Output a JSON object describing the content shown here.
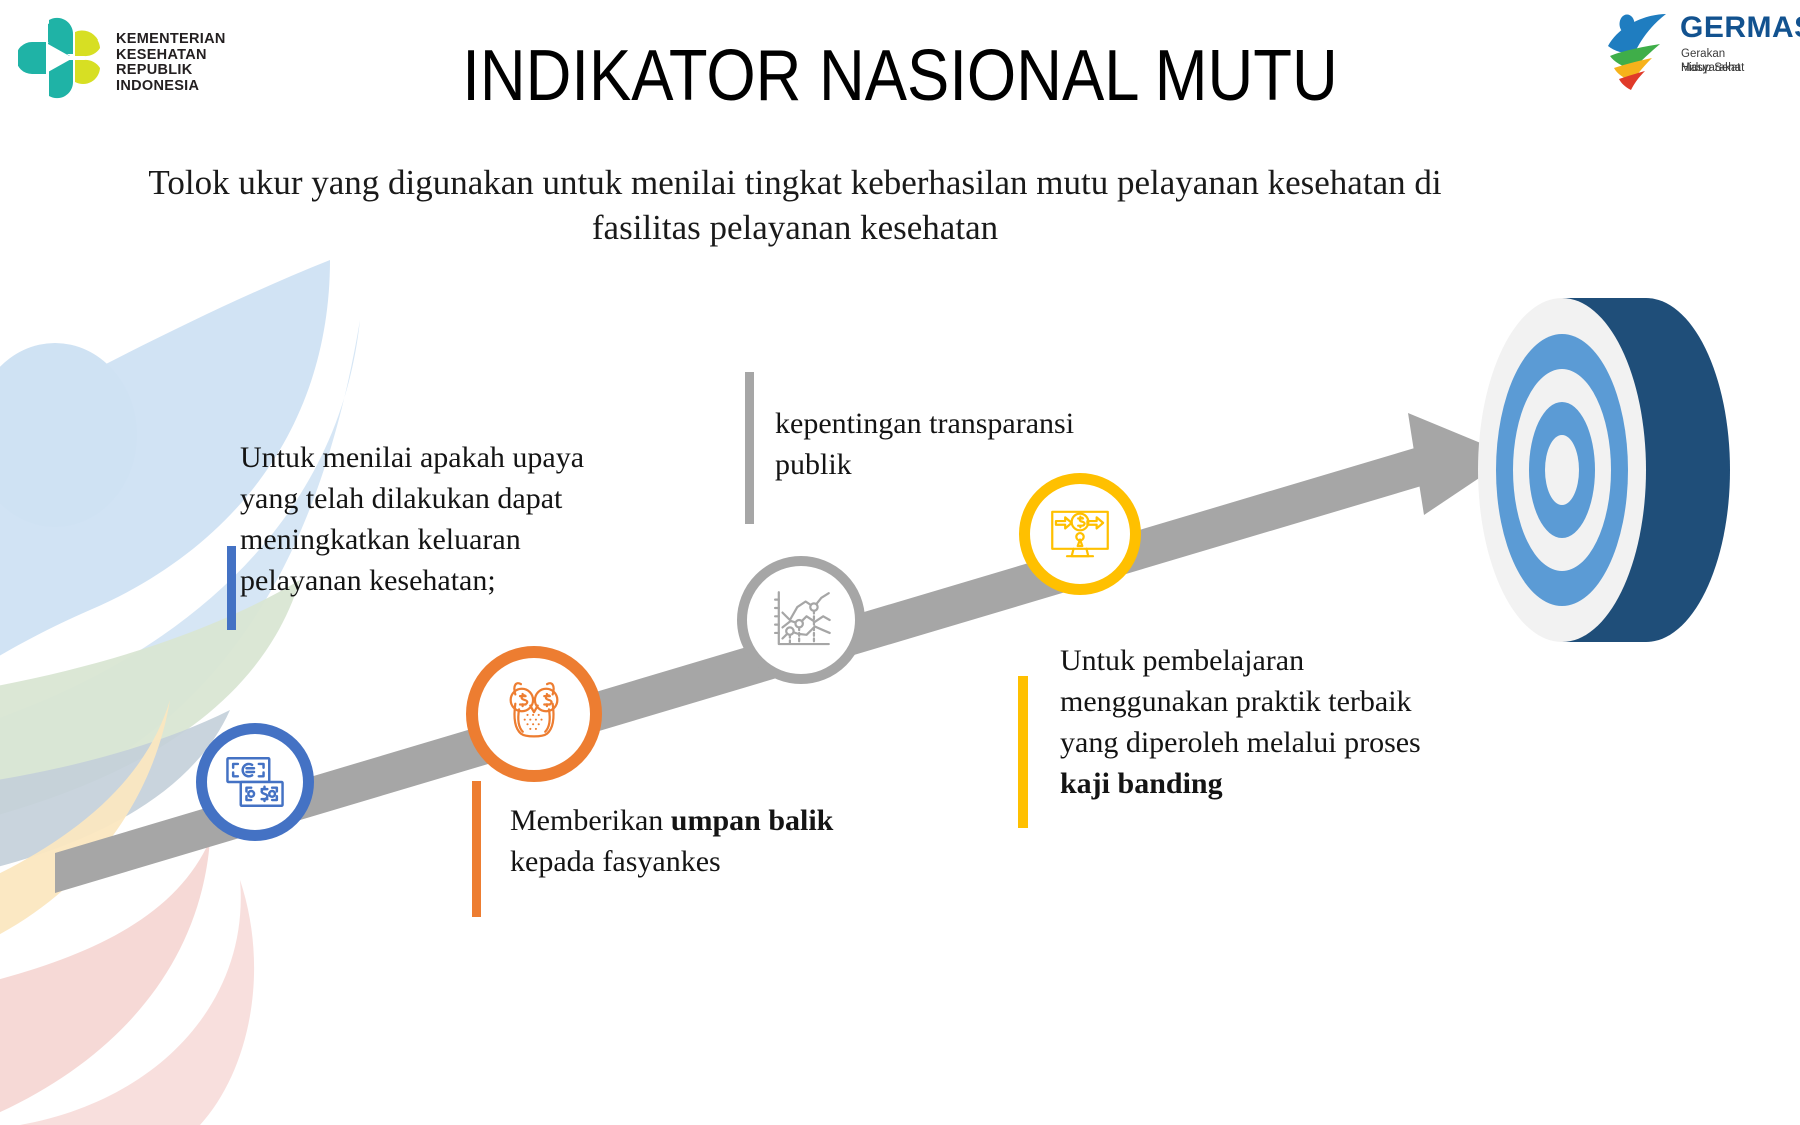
{
  "header": {
    "ministry_logo_name": "kemenkes-logo",
    "ministry_text": "KEMENTERIAN\nKESEHATAN\nREPUBLIK\nINDONESIA",
    "germas_title": "GERMAS",
    "germas_tagline_line1": "Gerakan Masyarakat",
    "germas_tagline_line2": "Hidup Sehat"
  },
  "title": "INDIKATOR NASIONAL MUTU",
  "subtitle": "Tolok ukur yang digunakan untuk menilai tingkat keberhasilan mutu pelayanan kesehatan di fasilitas pelayanan kesehatan",
  "callouts": [
    {
      "id": "callout-menilai-upaya",
      "text": "Untuk menilai apakah upaya yang telah dilakukan dapat meningkatkan keluaran pelayanan kesehatan;",
      "accent_color": "#4472c4"
    },
    {
      "id": "callout-transparansi",
      "text": "kepentingan transparansi publik",
      "accent_color": "#a6a6a6"
    },
    {
      "id": "callout-umpan-balik",
      "text_before": "Memberikan ",
      "text_bold": "umpan balik",
      "text_after": " kepada fasyankes",
      "accent_color": "#ed7d31"
    },
    {
      "id": "callout-pembelajaran",
      "text_before": "Untuk pembelajaran menggunakan praktik terbaik yang diperoleh melalui proses ",
      "text_bold": "kaji banding",
      "text_after": "",
      "accent_color": "#ffc000"
    }
  ],
  "nodes": [
    {
      "id": "node-banknote",
      "icon": "banknote-icon",
      "color": "#4472c4"
    },
    {
      "id": "node-owl",
      "icon": "owl-money-icon",
      "color": "#ed7d31"
    },
    {
      "id": "node-chart",
      "icon": "line-chart-icon",
      "color": "#a6a6a6"
    },
    {
      "id": "node-secure-transfer",
      "icon": "monitor-lock-money-icon",
      "color": "#ffc000"
    }
  ],
  "graphic": {
    "arrow_name": "ascending-arrow",
    "arrow_color": "#a6a6a6",
    "target_name": "bullseye-target",
    "target_ring_color": "#5b9bd5",
    "target_side_color": "#1f4e79",
    "target_face_color": "#f2f2f2"
  },
  "colors": {
    "blue": "#4472c4",
    "orange": "#ed7d31",
    "gray": "#a6a6a6",
    "yellow": "#ffc000",
    "teal": "#1fb3a6",
    "lime": "#d7df23"
  }
}
